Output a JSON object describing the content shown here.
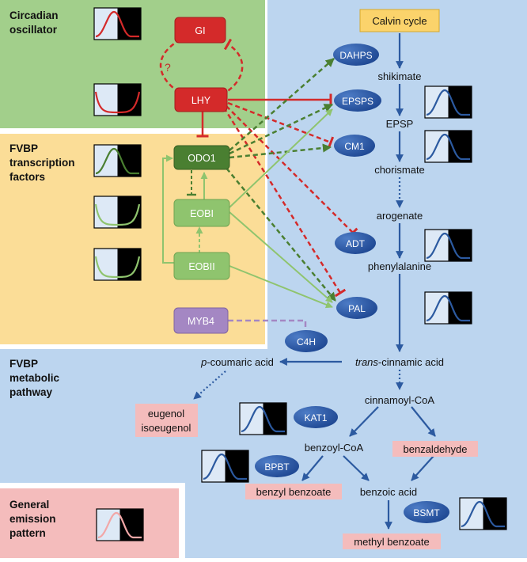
{
  "sections": {
    "circadian": [
      "Circadian",
      "oscillator"
    ],
    "fvbp_tf": [
      "FVBP",
      "transcription",
      "factors"
    ],
    "fvbp_path": [
      "FVBP",
      "metabolic",
      "pathway"
    ],
    "general": [
      "General",
      "emission",
      "pattern"
    ]
  },
  "genes": {
    "gi": "GI",
    "lhy": "LHY",
    "odo1": "ODO1",
    "eobi": "EOBI",
    "eobii": "EOBII",
    "myb4": "MYB4"
  },
  "question_mark": "?",
  "calvin": "Calvin cycle",
  "enzymes": {
    "dahps": "DAHPS",
    "epsps": "EPSPS",
    "cm1": "CM1",
    "adt": "ADT",
    "pal": "PAL",
    "c4h": "C4H",
    "kat1": "KAT1",
    "bpbt": "BPBT",
    "bsmt": "BSMT"
  },
  "metabolites": {
    "shikimate": "shikimate",
    "epsp": "EPSP",
    "chorismate": "chorismate",
    "arogenate": "arogenate",
    "phenylalanine": "phenylalanine",
    "cinnamic_italic": "trans",
    "cinnamic_rest": "-cinnamic acid",
    "coumaric_italic": "p",
    "coumaric_rest": "-coumaric acid",
    "cinnamoyl": "cinnamoyl-CoA",
    "benzoyl": "benzoyl-CoA",
    "benzoic": "benzoic acid"
  },
  "products": {
    "eugenol": "eugenol",
    "isoeugenol": "isoeugenol",
    "benzaldehyde": "benzaldehyde",
    "benzyl_benzoate": "benzyl benzoate",
    "methyl_benzoate": "methyl benzoate"
  },
  "colors": {
    "green_bg": "#a2cf8b",
    "yellow_bg": "#fbdd97",
    "blue_bg": "#bcd5ef",
    "pink_bg": "#f4bcbc",
    "red": "#d42a2a",
    "dark_green": "#4a7f31",
    "light_green": "#8fc46e",
    "purple": "#a487c3",
    "blue": "#2c5aa0",
    "calvin": "#fbd36b"
  }
}
